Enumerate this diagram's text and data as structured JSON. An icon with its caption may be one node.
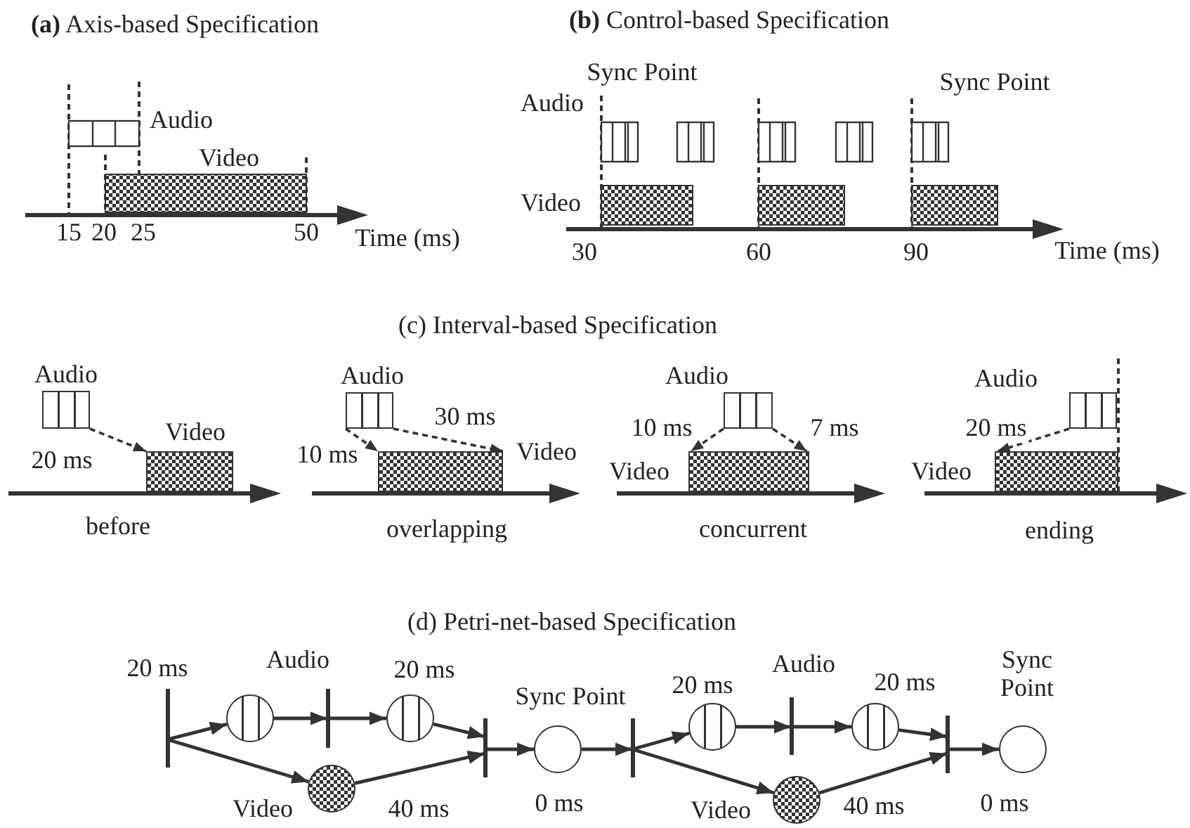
{
  "diagram": {
    "nodes": [
      {
        "text": [],
        "shape": "box",
        "beside": [
          "Audio"
        ]
      },
      {
        "text": [],
        "shape": "box",
        "beside": [
          "Video"
        ]
      },
      {
        "text": [],
        "shape": "box",
        "beside": [
          "Audio"
        ]
      },
      {
        "text": [],
        "shape": "box",
        "beside": [
          "Video"
        ]
      },
      {
        "text": [],
        "shape": "box",
        "beside": [
          "Audio"
        ]
      },
      {
        "text": [],
        "shape": "box",
        "beside": [
          "Video"
        ]
      },
      {
        "text": [],
        "shape": "box",
        "beside": [
          "Audio"
        ]
      },
      {
        "text": [],
        "shape": "box",
        "beside": [
          "Video"
        ]
      },
      {
        "text": [],
        "shape": "bar",
        "beside": [
          "20 ms"
        ]
      },
      {
        "text": [],
        "shape": "circle"
      },
      {
        "text": [],
        "shape": "bar",
        "beside": [
          "Audio"
        ]
      },
      {
        "text": [],
        "shape": "circle",
        "beside": [
          "20 ms"
        ]
      },
      {
        "text": [],
        "shape": "circle",
        "beside": [
          "Video",
          "40 ms"
        ]
      },
      {
        "text": [],
        "shape": "bar"
      },
      {
        "text": [],
        "shape": "circle",
        "beside": [
          "Sync Point",
          "0 ms"
        ]
      },
      {
        "text": [],
        "shape": "bar"
      },
      {
        "text": [],
        "shape": "circle",
        "beside": [
          "20 ms"
        ]
      },
      {
        "text": [],
        "shape": "bar",
        "beside": [
          "Audio"
        ]
      },
      {
        "text": [],
        "shape": "circle",
        "beside": [
          "20 ms"
        ]
      },
      {
        "text": [],
        "shape": "circle",
        "beside": [
          "Video",
          "40 ms"
        ]
      },
      {
        "text": [],
        "shape": "bar"
      },
      {
        "text": [],
        "shape": "circle",
        "beside": [
          "Sync Point",
          "0 ms"
        ]
      }
    ],
    "edges": [
      {
        "from": 0,
        "to": 1,
        "arrow": "to",
        "style": "dashed",
        "label": "20 ms"
      },
      {
        "from": 2,
        "to": 3,
        "arrow": "to",
        "style": "dashed",
        "label": "10 ms"
      },
      {
        "from": 2,
        "to": 3,
        "arrow": "to",
        "style": "dashed",
        "label": "30 ms"
      },
      {
        "from": 4,
        "to": 5,
        "arrow": "to",
        "style": "dashed",
        "label": "10 ms"
      },
      {
        "from": 4,
        "to": 5,
        "arrow": "to",
        "style": "dashed",
        "label": "7 ms"
      },
      {
        "from": 6,
        "to": 7,
        "arrow": "to",
        "style": "dashed",
        "label": "20 ms"
      },
      {
        "from": 8,
        "to": 9,
        "arrow": "to"
      },
      {
        "from": 9,
        "to": 10,
        "arrow": "to"
      },
      {
        "from": 10,
        "to": 11,
        "arrow": "to"
      },
      {
        "from": 11,
        "to": 13,
        "arrow": "to"
      },
      {
        "from": 8,
        "to": 12,
        "arrow": "to"
      },
      {
        "from": 12,
        "to": 13,
        "arrow": "to"
      },
      {
        "from": 13,
        "to": 14,
        "arrow": "to"
      },
      {
        "from": 14,
        "to": 15,
        "arrow": "to"
      },
      {
        "from": 15,
        "to": 16,
        "arrow": "to"
      },
      {
        "from": 16,
        "to": 17,
        "arrow": "to"
      },
      {
        "from": 17,
        "to": 18,
        "arrow": "to"
      },
      {
        "from": 18,
        "to": 20,
        "arrow": "to"
      },
      {
        "from": 15,
        "to": 19,
        "arrow": "to"
      },
      {
        "from": 19,
        "to": 20,
        "arrow": "to"
      },
      {
        "from": 20,
        "to": 21,
        "arrow": "to"
      }
    ],
    "labels": [
      "**(a)** Axis-based Specification",
      "**(b)** Control-based Specification",
      "Audio",
      "Sync Point",
      "Sync Point",
      "Audio",
      "Video",
      "Video",
      "15",
      "20",
      "25",
      "50",
      "Time (ms)",
      "30",
      "60",
      "90",
      "Time (ms)",
      "(c) Interval-based Specification",
      "before",
      "overlapping",
      "concurrent",
      "ending",
      "(d) Petri-net-based Specification"
    ]
  }
}
